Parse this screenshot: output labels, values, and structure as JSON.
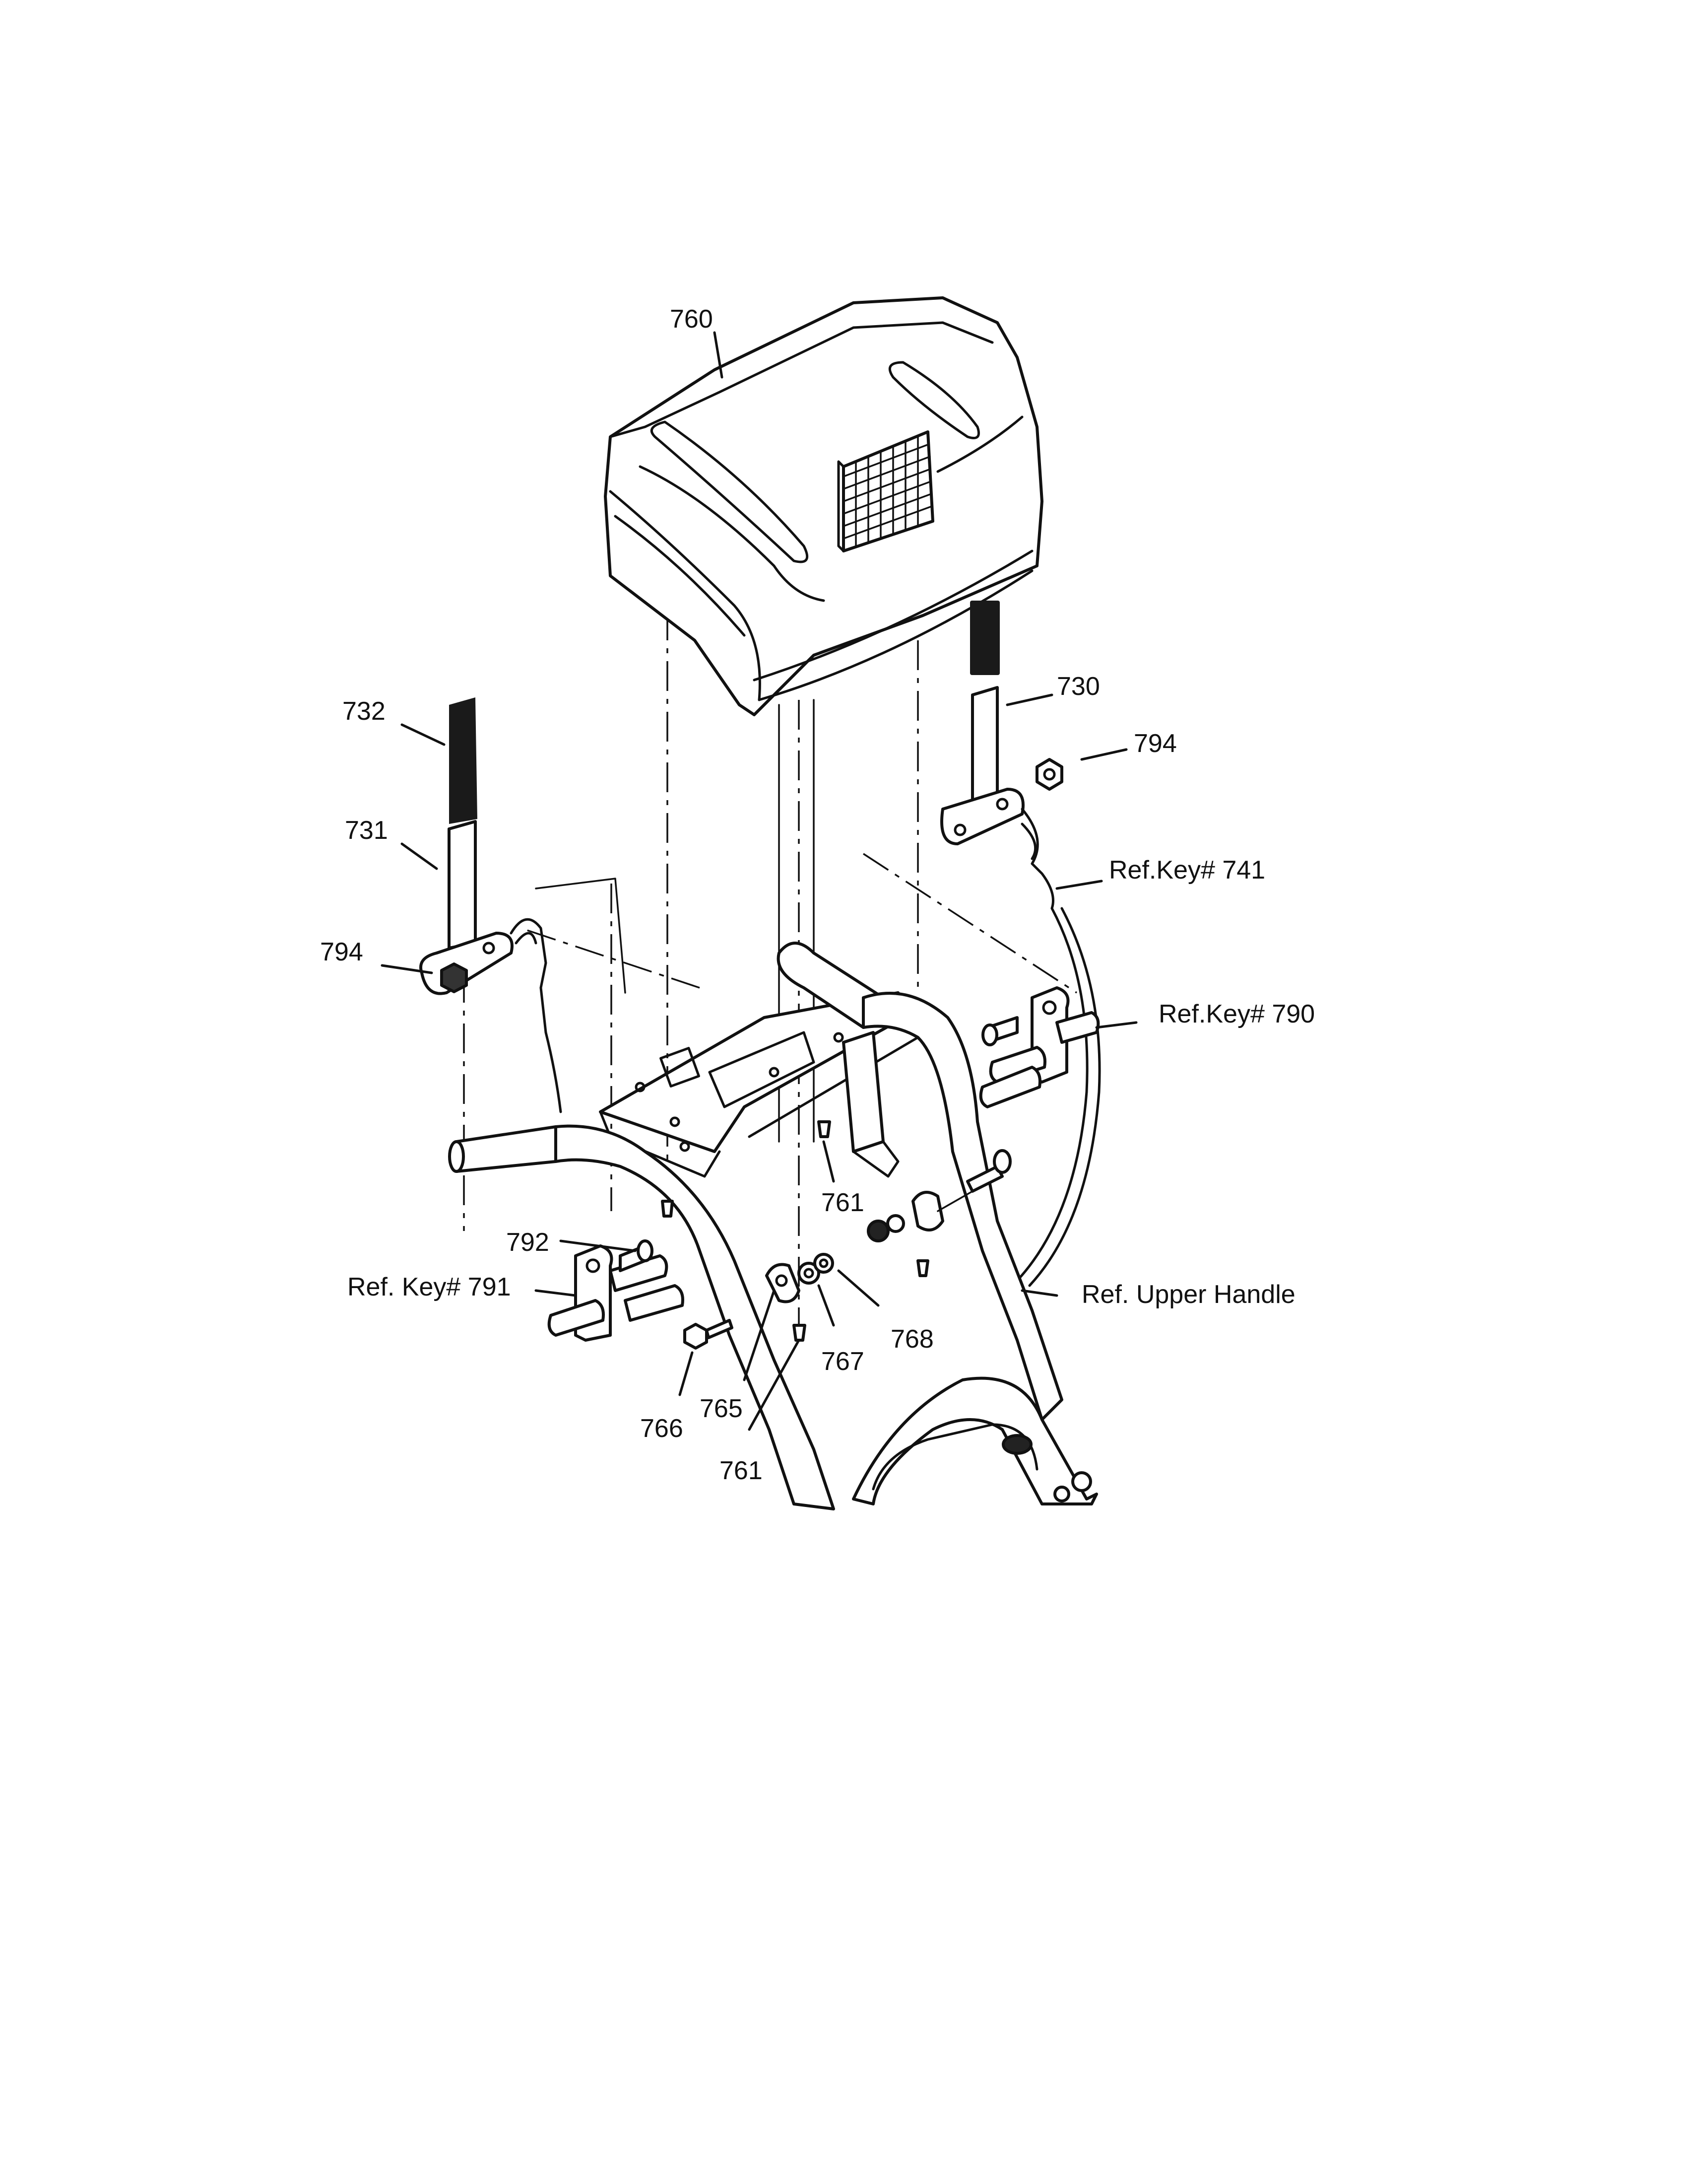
{
  "callouts": {
    "c760": "760",
    "c730": "730",
    "c732": "732",
    "c794a": "794",
    "c794b": "794",
    "c731": "731",
    "c741": "Ref.Key# 741",
    "c790": "Ref.Key# 790",
    "c761a": "761",
    "c792": "792",
    "c791": "Ref. Key# 791",
    "c768": "768",
    "c767": "767",
    "c765": "765",
    "c766": "766",
    "c761b": "761",
    "c_upper": "Ref. Upper Handle"
  }
}
